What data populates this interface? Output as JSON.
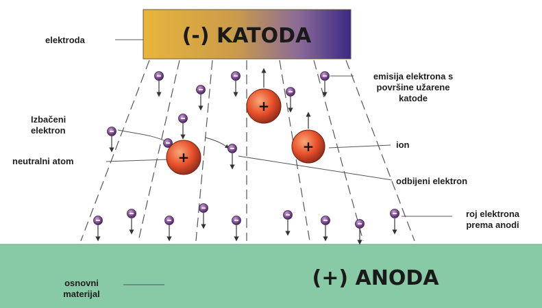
{
  "colors": {
    "cathode_gradient": [
      "#e8b53c",
      "#c99b4a",
      "#8a6a98",
      "#3b2a84"
    ],
    "anode": "#88c9a6",
    "electron": "#7a4a8a",
    "ion": "#e8502a",
    "lines": "#555555"
  },
  "cathode": {
    "label": "(-) KATODA"
  },
  "anode": {
    "label": "(+) ANODA"
  },
  "labels": {
    "elektroda": "elektroda",
    "izbaceni": [
      "Izbačeni",
      "elektron"
    ],
    "neutralni_atom": "neutralni atom",
    "emisija": [
      "emisija elektrona s",
      "površine užarene",
      "katode"
    ],
    "ion": "ion",
    "odbijeni": "odbijeni elektron",
    "roj": [
      "roj elektrona",
      "prema anodi"
    ],
    "osnovni": [
      "osnovni",
      "materijal"
    ]
  },
  "symbols": {
    "electron": "−",
    "ion": "+"
  }
}
